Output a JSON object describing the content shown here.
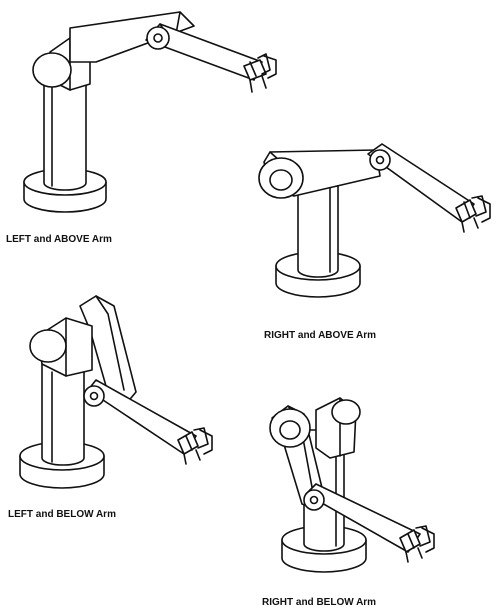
{
  "captions": {
    "left_above": "LEFT and ABOVE Arm",
    "right_above": "RIGHT and ABOVE Arm",
    "left_below": "LEFT and BELOW Arm",
    "right_below": "RIGHT and BELOW Arm"
  }
}
